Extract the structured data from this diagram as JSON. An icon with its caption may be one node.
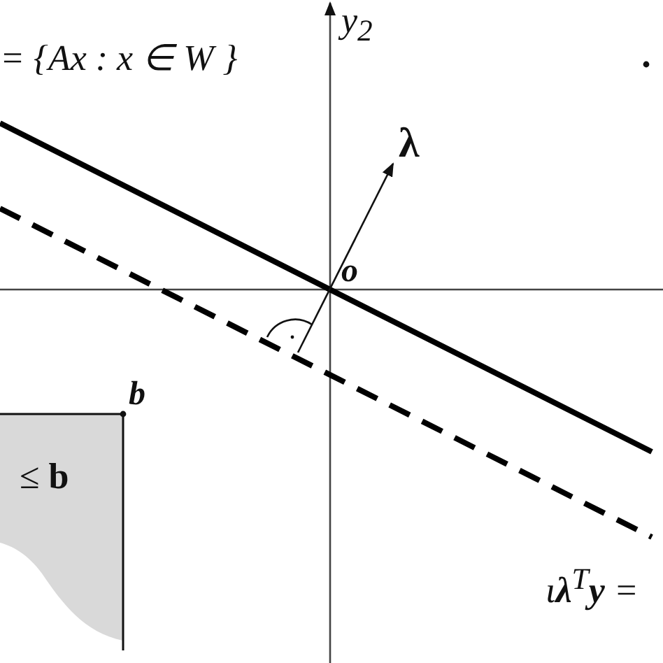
{
  "diagram": {
    "nodes": [
      {
        "text": [
          "≤ **b**"
        ]
      }
    ],
    "labels": [
      "y$_{2}$",
      "= {Ax : x ∈ W }",
      "λ⃗",
      "o",
      "b",
      "ι**λ**$^{T}$**y** ="
    ]
  }
}
